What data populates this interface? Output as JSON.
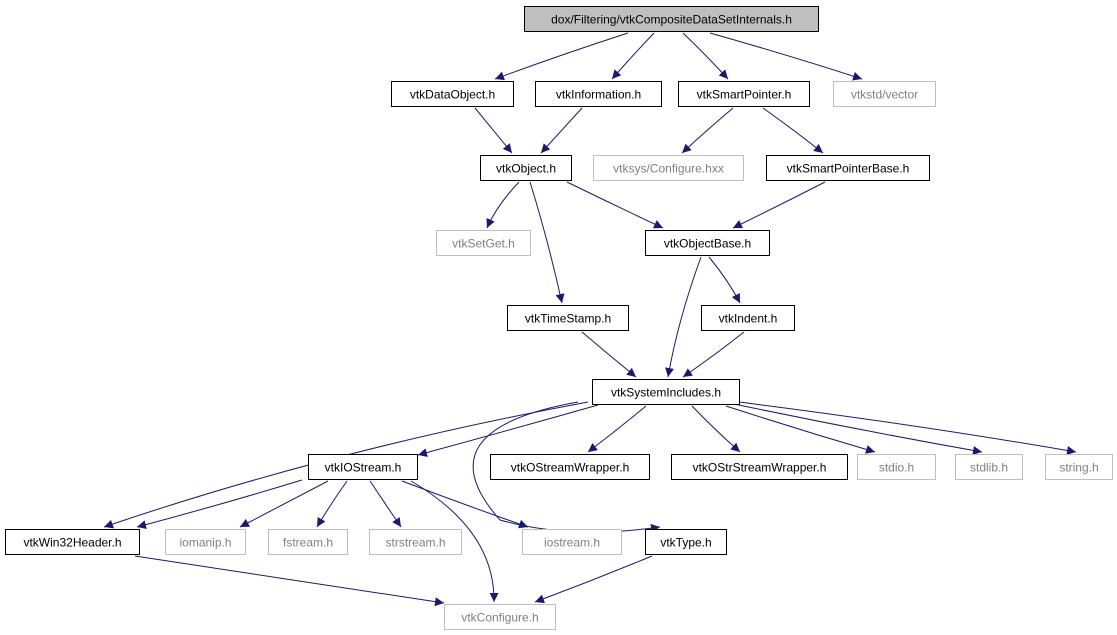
{
  "diagram": {
    "colors": {
      "edge": "#191970",
      "root_fill": "#bfbfbf",
      "normal_border": "#000000",
      "missing_border": "#bfbfbf",
      "missing_text": "#808080"
    },
    "nodes": [
      {
        "id": "root",
        "label": "dox/Filtering/vtkCompositeDataSetInternals.h",
        "kind": "root"
      },
      {
        "id": "dataobject",
        "label": "vtkDataObject.h",
        "kind": "normal"
      },
      {
        "id": "information",
        "label": "vtkInformation.h",
        "kind": "normal"
      },
      {
        "id": "smartpointer",
        "label": "vtkSmartPointer.h",
        "kind": "normal"
      },
      {
        "id": "vector",
        "label": "vtkstd/vector",
        "kind": "missing"
      },
      {
        "id": "object",
        "label": "vtkObject.h",
        "kind": "normal"
      },
      {
        "id": "configurehxx",
        "label": "vtksys/Configure.hxx",
        "kind": "missing"
      },
      {
        "id": "smartpointerbase",
        "label": "vtkSmartPointerBase.h",
        "kind": "normal"
      },
      {
        "id": "setget",
        "label": "vtkSetGet.h",
        "kind": "missing"
      },
      {
        "id": "objectbase",
        "label": "vtkObjectBase.h",
        "kind": "normal"
      },
      {
        "id": "timestamp",
        "label": "vtkTimeStamp.h",
        "kind": "normal"
      },
      {
        "id": "indent",
        "label": "vtkIndent.h",
        "kind": "normal"
      },
      {
        "id": "systemincludes",
        "label": "vtkSystemIncludes.h",
        "kind": "normal"
      },
      {
        "id": "iostream_h",
        "label": "vtkIOStream.h",
        "kind": "normal"
      },
      {
        "id": "ostreamwrapper",
        "label": "vtkOStreamWrapper.h",
        "kind": "normal"
      },
      {
        "id": "ostrstreamwrapper",
        "label": "vtkOStrStreamWrapper.h",
        "kind": "normal"
      },
      {
        "id": "stdio",
        "label": "stdio.h",
        "kind": "missing"
      },
      {
        "id": "stdlib",
        "label": "stdlib.h",
        "kind": "missing"
      },
      {
        "id": "string",
        "label": "string.h",
        "kind": "missing"
      },
      {
        "id": "win32header",
        "label": "vtkWin32Header.h",
        "kind": "normal"
      },
      {
        "id": "iomanip",
        "label": "iomanip.h",
        "kind": "missing"
      },
      {
        "id": "fstream",
        "label": "fstream.h",
        "kind": "missing"
      },
      {
        "id": "strstream",
        "label": "strstream.h",
        "kind": "missing"
      },
      {
        "id": "iostream",
        "label": "iostream.h",
        "kind": "missing"
      },
      {
        "id": "type",
        "label": "vtkType.h",
        "kind": "normal"
      },
      {
        "id": "configure",
        "label": "vtkConfigure.h",
        "kind": "missing"
      }
    ],
    "edges": [
      {
        "from": "root",
        "to": "dataobject"
      },
      {
        "from": "root",
        "to": "information"
      },
      {
        "from": "root",
        "to": "smartpointer"
      },
      {
        "from": "root",
        "to": "vector"
      },
      {
        "from": "dataobject",
        "to": "object"
      },
      {
        "from": "information",
        "to": "object"
      },
      {
        "from": "smartpointer",
        "to": "configurehxx"
      },
      {
        "from": "smartpointer",
        "to": "smartpointerbase"
      },
      {
        "from": "object",
        "to": "setget"
      },
      {
        "from": "object",
        "to": "objectbase"
      },
      {
        "from": "object",
        "to": "timestamp"
      },
      {
        "from": "smartpointerbase",
        "to": "objectbase"
      },
      {
        "from": "objectbase",
        "to": "indent"
      },
      {
        "from": "objectbase",
        "to": "systemincludes"
      },
      {
        "from": "timestamp",
        "to": "systemincludes"
      },
      {
        "from": "indent",
        "to": "systemincludes"
      },
      {
        "from": "systemincludes",
        "to": "win32header"
      },
      {
        "from": "systemincludes",
        "to": "iostream_h"
      },
      {
        "from": "systemincludes",
        "to": "type"
      },
      {
        "from": "systemincludes",
        "to": "ostreamwrapper"
      },
      {
        "from": "systemincludes",
        "to": "ostrstreamwrapper"
      },
      {
        "from": "systemincludes",
        "to": "stdio"
      },
      {
        "from": "systemincludes",
        "to": "stdlib"
      },
      {
        "from": "systemincludes",
        "to": "string"
      },
      {
        "from": "iostream_h",
        "to": "win32header"
      },
      {
        "from": "iostream_h",
        "to": "iomanip"
      },
      {
        "from": "iostream_h",
        "to": "fstream"
      },
      {
        "from": "iostream_h",
        "to": "strstream"
      },
      {
        "from": "iostream_h",
        "to": "iostream"
      },
      {
        "from": "iostream_h",
        "to": "configure"
      },
      {
        "from": "win32header",
        "to": "configure"
      },
      {
        "from": "type",
        "to": "configure"
      }
    ]
  }
}
